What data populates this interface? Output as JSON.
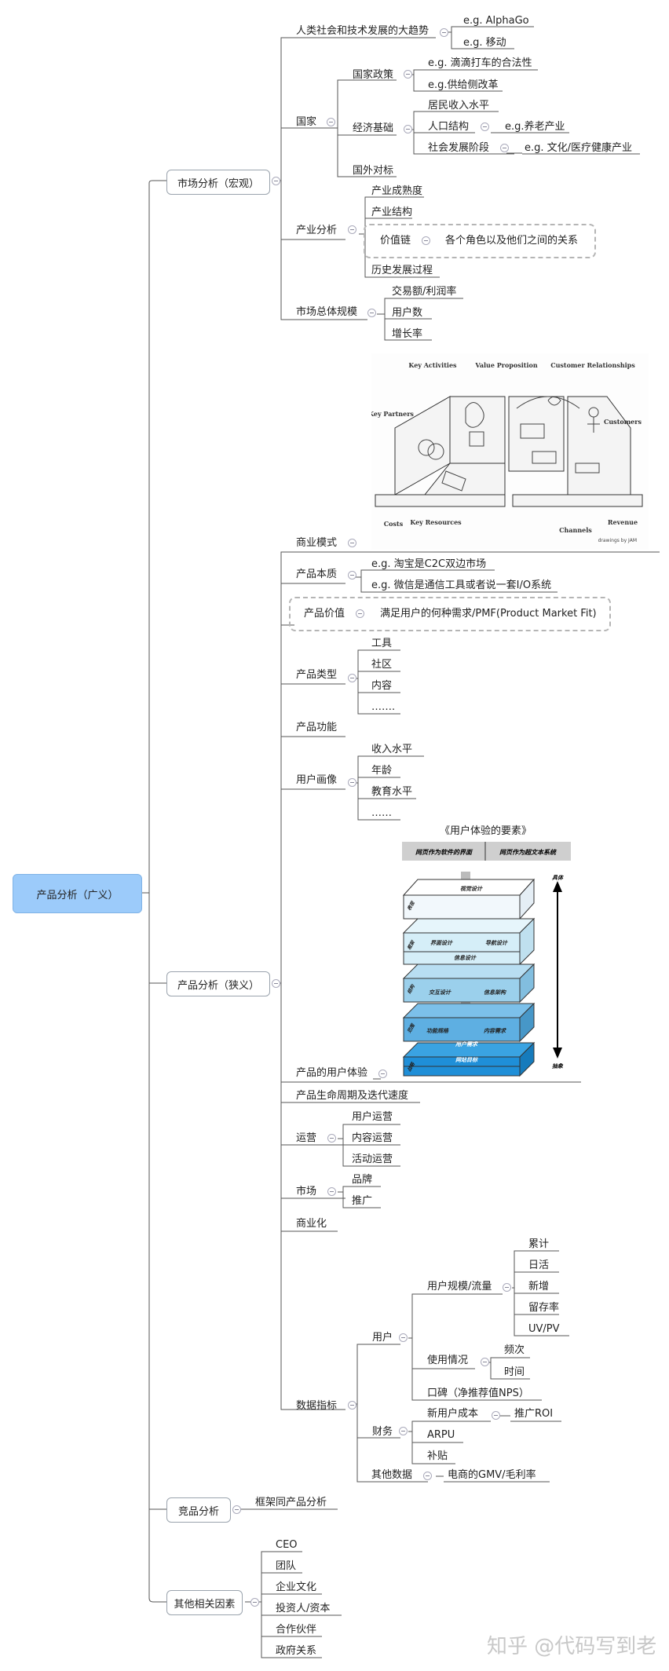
{
  "root": "产品分析（广义）",
  "macro": {
    "title": "市场分析（宏观）",
    "trend": "人类社会和技术发展的大趋势",
    "trend_eg1": "e.g. AlphaGo",
    "trend_eg2": "e.g. 移动",
    "country": "国家",
    "policy": "国家政策",
    "policy_eg1": "e.g. 滴滴打车的合法性",
    "policy_eg2": "e.g.供给侧改革",
    "economy": "经济基础",
    "income": "居民收入水平",
    "population": "人口结构",
    "population_eg": "e.g.养老产业",
    "stage": "社会发展阶段",
    "stage_eg": "e.g. 文化/医疗健康产业",
    "foreign": "国外对标",
    "industry": "产业分析",
    "maturity": "产业成熟度",
    "structure": "产业结构",
    "value_chain": "价值链",
    "value_chain_desc": "各个角色以及他们之间的关系",
    "history": "历史发展过程",
    "scale": "市场总体规模",
    "gmv": "交易额/利润率",
    "users": "用户数",
    "growth": "增长率"
  },
  "canvas": {
    "key_activities": "Key Activities",
    "value_proposition": "Value Proposition",
    "customer_relationships": "Customer Relationships",
    "key_partners": "Key Partners",
    "customers": "Customers",
    "costs": "Costs",
    "key_resources": "Key Resources",
    "channels": "Channels",
    "revenue": "Revenue",
    "credit": "drawings by JAM"
  },
  "narrow": {
    "title": "产品分析（狭义）",
    "business_model": "商业模式",
    "essence": "产品本质",
    "essence_eg1": "e.g. 淘宝是C2C双边市场",
    "essence_eg2": "e.g. 微信是通信工具或者说一套I/O系统",
    "value": "产品价值",
    "value_desc": "满足用户的何种需求/PMF(Product Market Fit)",
    "type": "产品类型",
    "type_1": "工具",
    "type_2": "社区",
    "type_3": "内容",
    "type_4": "…….",
    "function": "产品功能",
    "persona": "用户画像",
    "persona_1": "收入水平",
    "persona_2": "年龄",
    "persona_3": "教育水平",
    "persona_4": "……",
    "ux": "产品的用户体验",
    "lifecycle": "产品生命周期及迭代速度",
    "ops": "运营",
    "ops_1": "用户运营",
    "ops_2": "内容运营",
    "ops_3": "活动运营",
    "market": "市场",
    "market_1": "品牌",
    "market_2": "推广",
    "monetize": "商业化",
    "metrics": "数据指标",
    "user": "用户",
    "user_scale": "用户规模/流量",
    "cum": "累计",
    "dau": "日活",
    "new": "新增",
    "retention": "留存率",
    "uvpv": "UV/PV",
    "usage": "使用情况",
    "freq": "频次",
    "time": "时间",
    "nps": "口碑（净推荐值NPS）",
    "finance": "财务",
    "cac": "新用户成本",
    "roi": "推广ROI",
    "arpu": "ARPU",
    "subsidy": "补贴",
    "other": "其他数据",
    "other_desc": "电商的GMV/毛利率"
  },
  "ux_elements": {
    "title": "《用户体验的要素》",
    "col1": "网页作为软件的界面",
    "col2": "网页作为超文本系统",
    "surface": "表现",
    "skeleton": "框架",
    "structure": "结构",
    "scope": "范围",
    "strategy": "战略",
    "visual": "视觉设计",
    "interface": "界面设计",
    "navigation": "导航设计",
    "info_design": "信息设计",
    "interaction": "交互设计",
    "info_arch": "信息架构",
    "spec": "功能规格",
    "content_req": "内容需求",
    "user_needs": "用户需求",
    "site_goals": "网站目标",
    "concrete": "具体",
    "abstract": "抽象"
  },
  "competitor": {
    "title": "竞品分析",
    "desc": "框架同产品分析"
  },
  "factors": {
    "title": "其他相关因素",
    "items": [
      "CEO",
      "团队",
      "企业文化",
      "投资人/资本",
      "合作伙伴",
      "政府关系"
    ]
  },
  "watermark": "知乎 @代码写到老",
  "colors": {
    "root_fill": "#9ccbfa",
    "line": "#555555",
    "dash": "#b5b5b5"
  }
}
